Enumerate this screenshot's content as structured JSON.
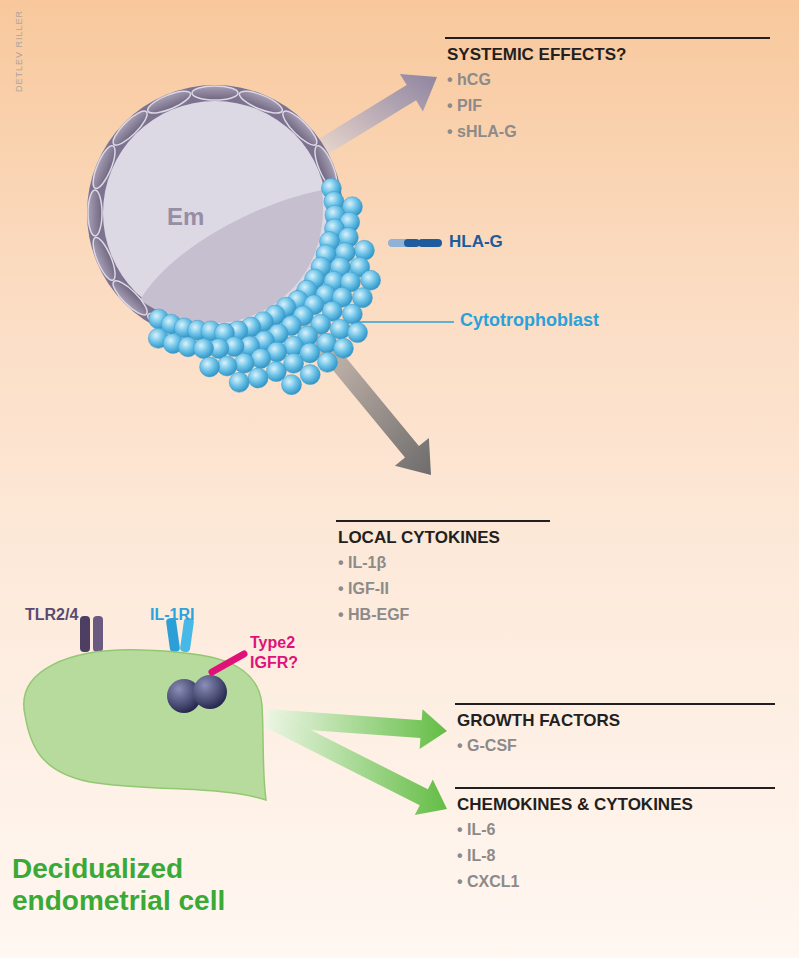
{
  "diagram": {
    "nodes": [
      {
        "text": [
          "Em"
        ]
      },
      {
        "text": [
          "SYSTEMIC EFFECTS?",
          "• hCG",
          "• PIF",
          "• sHLA-G"
        ]
      },
      {
        "text": [
          "LOCAL CYTOKINES",
          "• IL-1β",
          "• IGF-II",
          "• HB-EGF"
        ]
      },
      {
        "text": [
          "TLR2/4",
          "IL-1RI",
          "Type2 IGFR?",
          "Decidualized endometrial cell"
        ]
      },
      {
        "text": [
          "GROWTH FACTORS",
          "• G-CSF"
        ]
      },
      {
        "text": [
          "CHEMOKINES & CYTOKINES",
          "• IL-6",
          "• IL-8",
          "• CXCL1"
        ]
      }
    ],
    "edges": [
      {
        "from": 0,
        "to": 1,
        "arrow": "to"
      },
      {
        "from": 0,
        "to": 2,
        "arrow": "to"
      },
      {
        "from": 3,
        "to": 4,
        "arrow": "to"
      },
      {
        "from": 3,
        "to": 5,
        "arrow": "to"
      }
    ],
    "labels": [
      "DETLEV RILLER",
      "HLA-G",
      "Cytotrophoblast"
    ]
  }
}
